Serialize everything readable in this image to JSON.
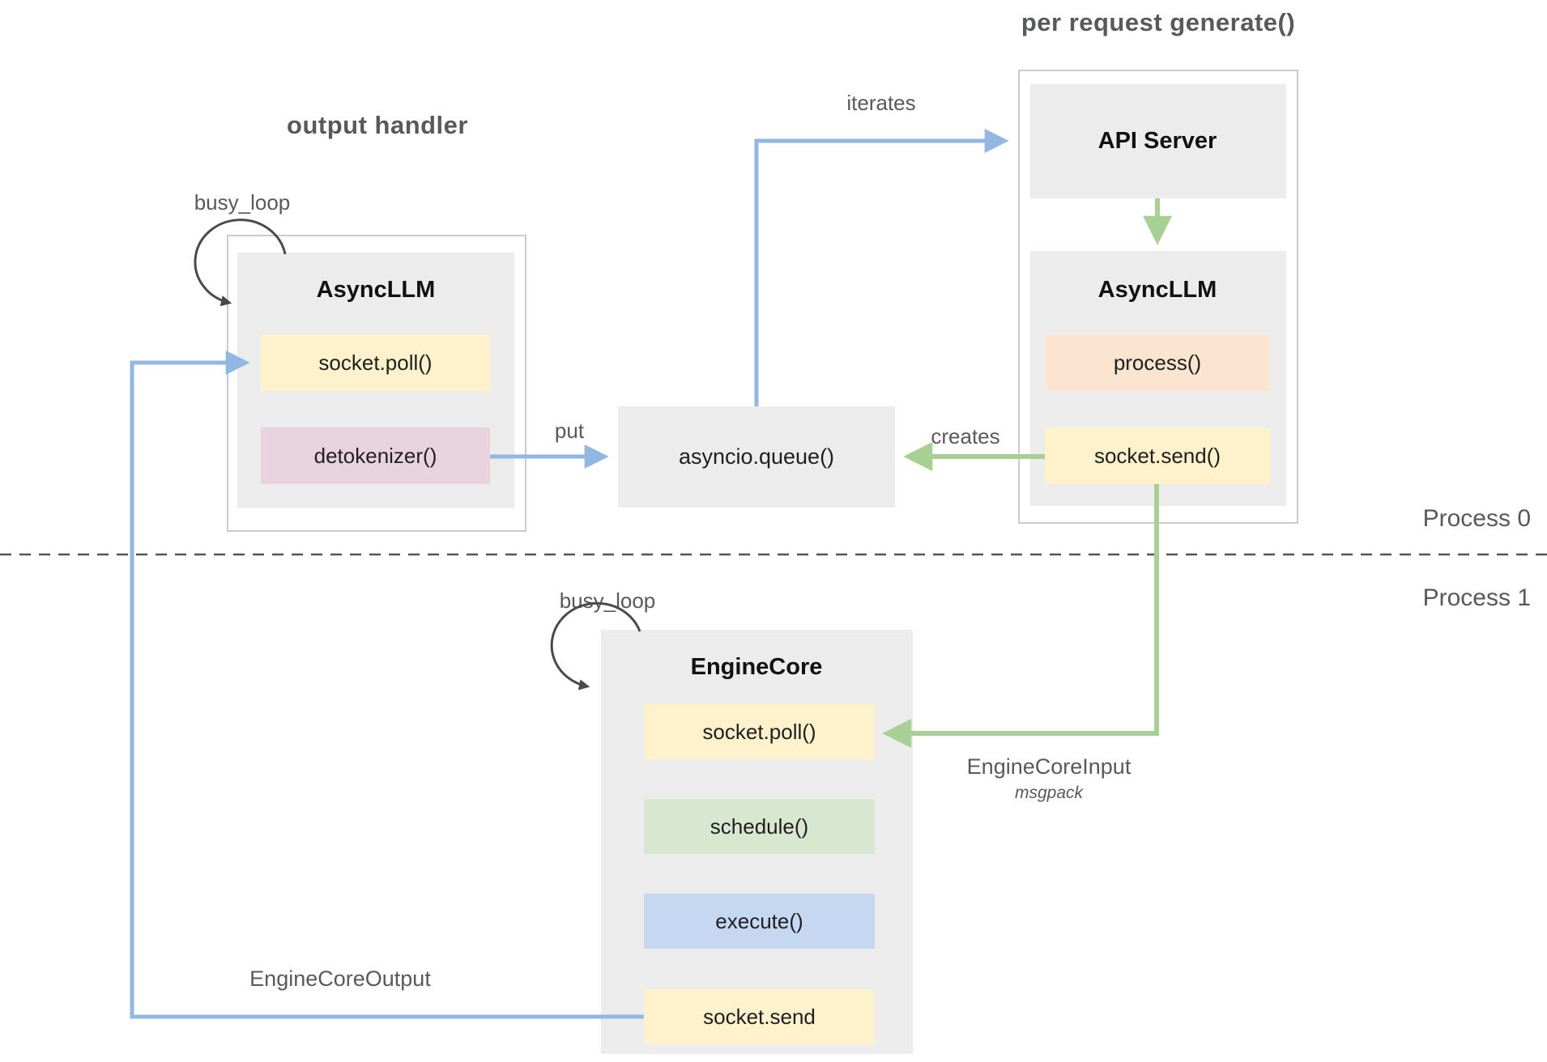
{
  "section_titles": {
    "output_handler": "output handler",
    "per_request_generate": "per request generate()"
  },
  "lanes": {
    "process0": "Process 0",
    "process1": "Process 1"
  },
  "output_handler_group": {
    "busy_loop": "busy_loop",
    "title": "AsyncLLM",
    "socket_poll": "socket.poll()",
    "detokenizer": "detokenizer()"
  },
  "queue": {
    "label": "asyncio.queue()"
  },
  "generate_group": {
    "api_server": "API Server",
    "title": "AsyncLLM",
    "process": "process()",
    "socket_send": "socket.send()"
  },
  "engine_core_group": {
    "busy_loop": "busy_loop",
    "title": "EngineCore",
    "socket_poll": "socket.poll()",
    "schedule": "schedule()",
    "execute": "execute()",
    "socket_send": "socket.send"
  },
  "edge_labels": {
    "iterates": "iterates",
    "put": "put",
    "creates": "creates",
    "engine_core_input": "EngineCoreInput",
    "engine_core_input_format": "msgpack",
    "engine_core_output": "EngineCoreOutput"
  },
  "colors": {
    "arrow_blue": "#92b7e2",
    "arrow_green": "#a8cf94",
    "loop_arc_gray": "#4a4a4a",
    "chip_yellow": "#fdf2cc",
    "chip_pink": "#e8d2dd",
    "chip_orange": "#fbe4d0",
    "chip_green": "#d8e7d0",
    "chip_blue": "#c6d7f1",
    "container_gray": "#ececec",
    "annotation_gray": "#58595b"
  }
}
